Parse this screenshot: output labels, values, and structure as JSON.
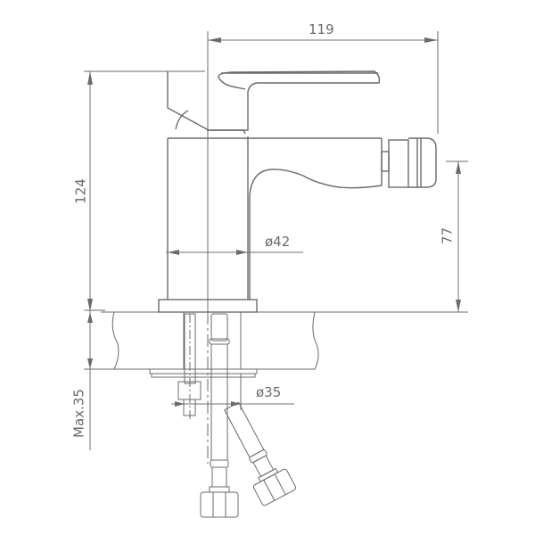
{
  "drawing": {
    "subject": "Bidet mixer tap technical dimension drawing",
    "line_color": "#6b6b6b",
    "background": "#ffffff",
    "dimensions": {
      "overall_length": "119",
      "overall_height": "124",
      "outlet_height": "77",
      "body_diameter": "ø42",
      "mounting_hole_diameter": "ø35",
      "max_countertop_thickness": "Max.35"
    }
  }
}
